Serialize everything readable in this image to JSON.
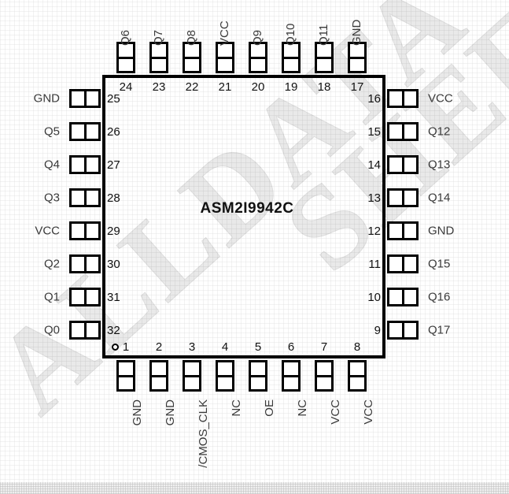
{
  "part": {
    "name": "ASM2I9942C",
    "package_pin_count": 32,
    "pin1_marker": "pin1-dot"
  },
  "watermark": {
    "line1": "ALLDATA",
    "line2": "SHEET"
  },
  "pins": {
    "top": [
      {
        "number": "24",
        "label": "Q6"
      },
      {
        "number": "23",
        "label": "Q7"
      },
      {
        "number": "22",
        "label": "Q8"
      },
      {
        "number": "21",
        "label": "VCC"
      },
      {
        "number": "20",
        "label": "Q9"
      },
      {
        "number": "19",
        "label": "Q10"
      },
      {
        "number": "18",
        "label": "Q11"
      },
      {
        "number": "17",
        "label": "GND"
      }
    ],
    "left": [
      {
        "number": "25",
        "label": "GND"
      },
      {
        "number": "26",
        "label": "Q5"
      },
      {
        "number": "27",
        "label": "Q4"
      },
      {
        "number": "28",
        "label": "Q3"
      },
      {
        "number": "29",
        "label": "VCC"
      },
      {
        "number": "30",
        "label": "Q2"
      },
      {
        "number": "31",
        "label": "Q1"
      },
      {
        "number": "32",
        "label": "Q0"
      }
    ],
    "right": [
      {
        "number": "16",
        "label": "VCC"
      },
      {
        "number": "15",
        "label": "Q12"
      },
      {
        "number": "14",
        "label": "Q13"
      },
      {
        "number": "13",
        "label": "Q14"
      },
      {
        "number": "12",
        "label": "GND"
      },
      {
        "number": "11",
        "label": "Q15"
      },
      {
        "number": "10",
        "label": "Q16"
      },
      {
        "number": "9",
        "label": "Q17"
      }
    ],
    "bottom": [
      {
        "number": "1",
        "label": "GND"
      },
      {
        "number": "2",
        "label": "GND"
      },
      {
        "number": "3",
        "label": "/CMOS_CLK"
      },
      {
        "number": "4",
        "label": "NC"
      },
      {
        "number": "5",
        "label": "OE"
      },
      {
        "number": "6",
        "label": "NC"
      },
      {
        "number": "7",
        "label": "VCC"
      },
      {
        "number": "8",
        "label": "VCC"
      }
    ]
  },
  "colors": {
    "outline": "#000000",
    "label_text": "#3a3a3a",
    "number_text": "#111111",
    "background": "#ffffff",
    "watermark": "#e9e9e9"
  }
}
